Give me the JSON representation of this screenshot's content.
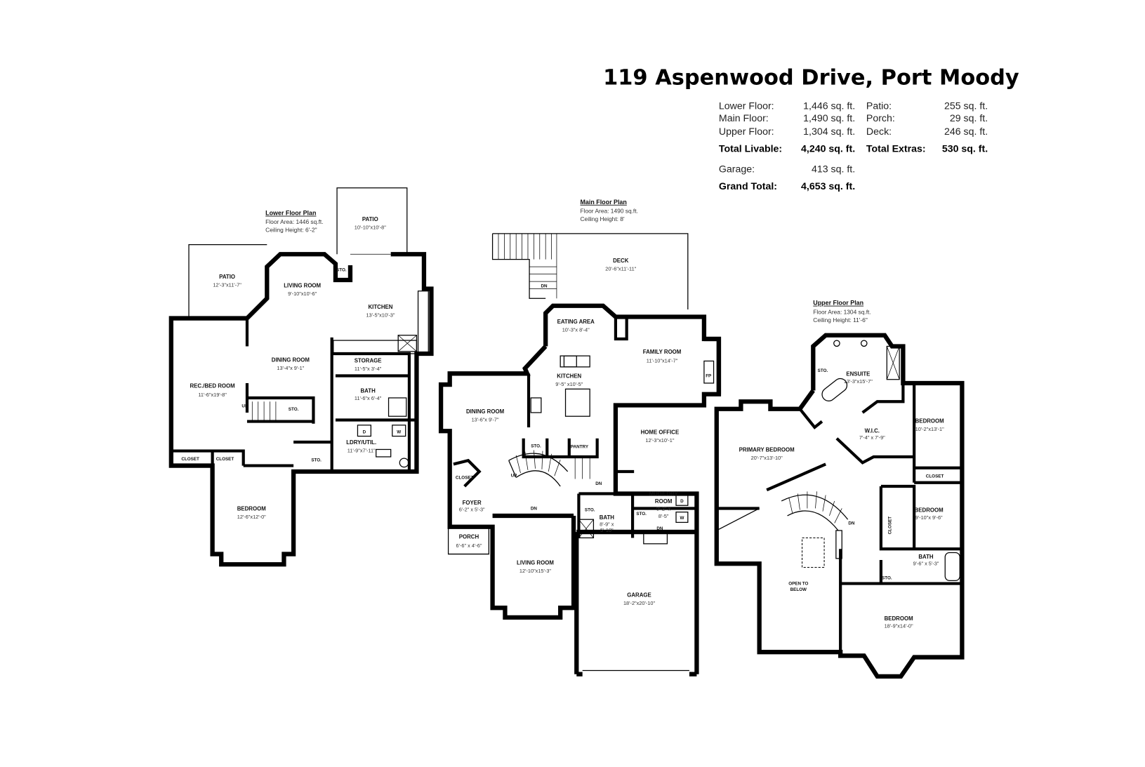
{
  "title": "119 Aspenwood Drive, Port Moody",
  "summary": {
    "livable": [
      {
        "label": "Lower Floor:",
        "value": "1,446 sq. ft."
      },
      {
        "label": "Main Floor:",
        "value": "1,490 sq. ft."
      },
      {
        "label": "Upper Floor:",
        "value": "1,304 sq. ft."
      }
    ],
    "extras": [
      {
        "label": "Patio:",
        "value": "255 sq. ft."
      },
      {
        "label": "Porch:",
        "value": "29 sq. ft."
      },
      {
        "label": "Deck:",
        "value": "246 sq. ft."
      }
    ],
    "total_livable": {
      "label": "Total Livable:",
      "value": "4,240 sq. ft."
    },
    "total_extras": {
      "label": "Total Extras:",
      "value": "530 sq. ft."
    },
    "garage": {
      "label": "Garage:",
      "value": "413 sq. ft."
    },
    "grand_total": {
      "label": "Grand Total:",
      "value": "4,653 sq. ft."
    }
  },
  "lower": {
    "heading": "Lower Floor Plan",
    "area": "Floor Area: 1446 sq.ft.",
    "ceiling": "Ceiling Height: 6'-2\"",
    "rooms": [
      {
        "name": "PATIO",
        "dims": "10'-10\"x10'-8\""
      },
      {
        "name": "PATIO",
        "dims": "12'-3\"x11'-7\""
      },
      {
        "name": "LIVING ROOM",
        "dims": "9'-10\"x10'-6\""
      },
      {
        "name": "KITCHEN",
        "dims": "13'-5\"x10'-3\""
      },
      {
        "name": "DINING ROOM",
        "dims": "13'-4\"x 9'-1\""
      },
      {
        "name": "REC./BED ROOM",
        "dims": "11'-6\"x19'-8\""
      },
      {
        "name": "STORAGE",
        "dims": "11'-5\"x 3'-4\""
      },
      {
        "name": "BATH",
        "dims": "11'-6\"x 6'-4\""
      },
      {
        "name": "LDRY/UTIL.",
        "dims": "11'-9\"x7'-11\""
      },
      {
        "name": "BEDROOM",
        "dims": "12'-6\"x12'-0\""
      }
    ],
    "small": [
      "STO.",
      "STO.",
      "STO.",
      "CLOSET",
      "CLOSET",
      "UP",
      "D",
      "W"
    ]
  },
  "main": {
    "heading": "Main Floor Plan",
    "area": "Floor Area: 1490 sq.ft.",
    "ceiling": "Ceiling Height: 8'",
    "rooms": [
      {
        "name": "DECK",
        "dims": "20'-6\"x11'-11\""
      },
      {
        "name": "EATING AREA",
        "dims": "10'-3\"x 8'-4\""
      },
      {
        "name": "FAMILY ROOM",
        "dims": "11'-10\"x14'-7\""
      },
      {
        "name": "KITCHEN",
        "dims": "9'-5\" x10'-5\""
      },
      {
        "name": "DINING ROOM",
        "dims": "13'-6\"x 9'-7\""
      },
      {
        "name": "HOME OFFICE",
        "dims": "12'-3\"x10'-1\""
      },
      {
        "name": "FOYER",
        "dims": "6'-2\" x 5'-3\""
      },
      {
        "name": "PORCH",
        "dims": "6'-6\" x 4'-6\""
      },
      {
        "name": "LIVING ROOM",
        "dims": "12'-10\"x15'-3\""
      },
      {
        "name": "GARAGE",
        "dims": "18'-2\"x20'-10\""
      }
    ],
    "bath": {
      "name": "BATH",
      "dims1": "8'-9\" x",
      "dims2": "5'-10\""
    },
    "mud": {
      "name1": "MUD/LDRY",
      "name2": "ROOM",
      "dims1": "9'-2\" x",
      "dims2": "8'-5\""
    },
    "small": [
      "DN",
      "FP",
      "STO.",
      "PANTRY",
      "UP",
      "DN",
      "CLOSET",
      "DN",
      "STO.",
      "STO.",
      "DN",
      "D",
      "W"
    ]
  },
  "upper": {
    "heading": "Upper Floor Plan",
    "area": "Floor Area: 1304 sq.ft.",
    "ceiling": "Ceiling Height: 11'-6\"",
    "rooms": [
      {
        "name": "ENSUITE",
        "dims": "13'-3\"x15'-7\""
      },
      {
        "name": "BEDROOM",
        "dims": "10'-2\"x13'-1\""
      },
      {
        "name": "W.I.C.",
        "dims": "7'-4\" x 7'-9\""
      },
      {
        "name": "PRIMARY BEDROOM",
        "dims": "20'-7\"x13'-10\""
      },
      {
        "name": "BEDROOM",
        "dims": "9'-10\"x 9'-6\""
      },
      {
        "name": "BATH",
        "dims": "9'-6\" x 5'-3\""
      },
      {
        "name": "BEDROOM",
        "dims": "18'-9\"x14'-0\""
      }
    ],
    "open_to_below": [
      "OPEN TO",
      "BELOW"
    ],
    "small": [
      "STO.",
      "CLOSET",
      "CLOSET",
      "DN",
      "STO."
    ]
  }
}
